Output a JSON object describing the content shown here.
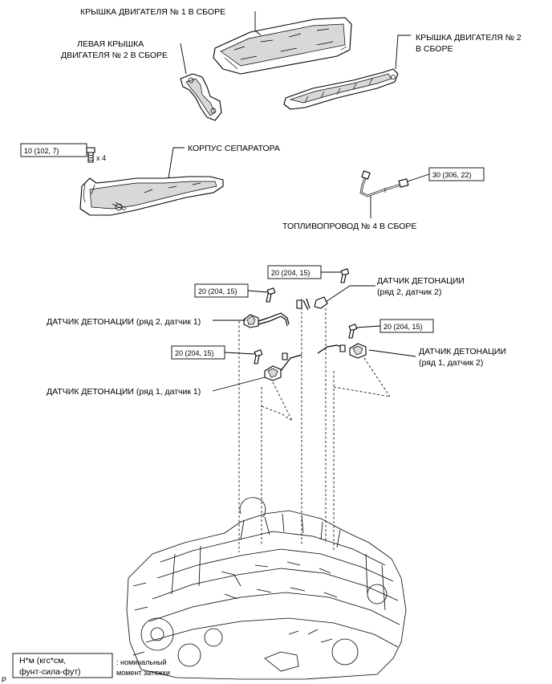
{
  "labels": {
    "engine_cover_1": "КРЫШКА ДВИГАТЕЛЯ № 1 В СБОРЕ",
    "left_cover_2_line1": "ЛЕВАЯ КРЫШКА",
    "left_cover_2_line2": "ДВИГАТЕЛЯ № 2 В СБОРЕ",
    "engine_cover_2_line1": "КРЫШКА ДВИГАТЕЛЯ № 2",
    "engine_cover_2_line2": "В СБОРЕ",
    "separator_case": "КОРПУС СЕПАРАТОРА",
    "fuel_pipe_4": "ТОПЛИВОПРОВОД № 4 В СБОРЕ",
    "knock_b2s2_line1": "ДАТЧИК ДЕТОНАЦИИ",
    "knock_b2s2_line2": "(ряд 2, датчик 2)",
    "knock_b2s1": "ДАТЧИК ДЕТОНАЦИИ (ряд 2, датчик 1)",
    "knock_b1s2_line1": "ДАТЧИК ДЕТОНАЦИИ",
    "knock_b1s2_line2": "(ряд 1, датчик 2)",
    "knock_b1s1": "ДАТЧИК ДЕТОНАЦИИ (ряд 1, датчик 1)"
  },
  "torques": {
    "separator_bolt": "10 (102, 7)",
    "fuel_pipe": "30 (306, 22)",
    "knock_b2s2": "20 (204, 15)",
    "knock_b2s1": "20 (204, 15)",
    "knock_b1s2": "20 (204, 15)",
    "knock_b1s1": "20 (204, 15)"
  },
  "quantity": "x 4",
  "legend": {
    "unit_line1": "Н*м (кгс*см,",
    "unit_line2": "фунт-сила-фут)",
    "desc_line1": ": номинальный",
    "desc_line2": "момент затяжки"
  },
  "corner_mark": "P"
}
